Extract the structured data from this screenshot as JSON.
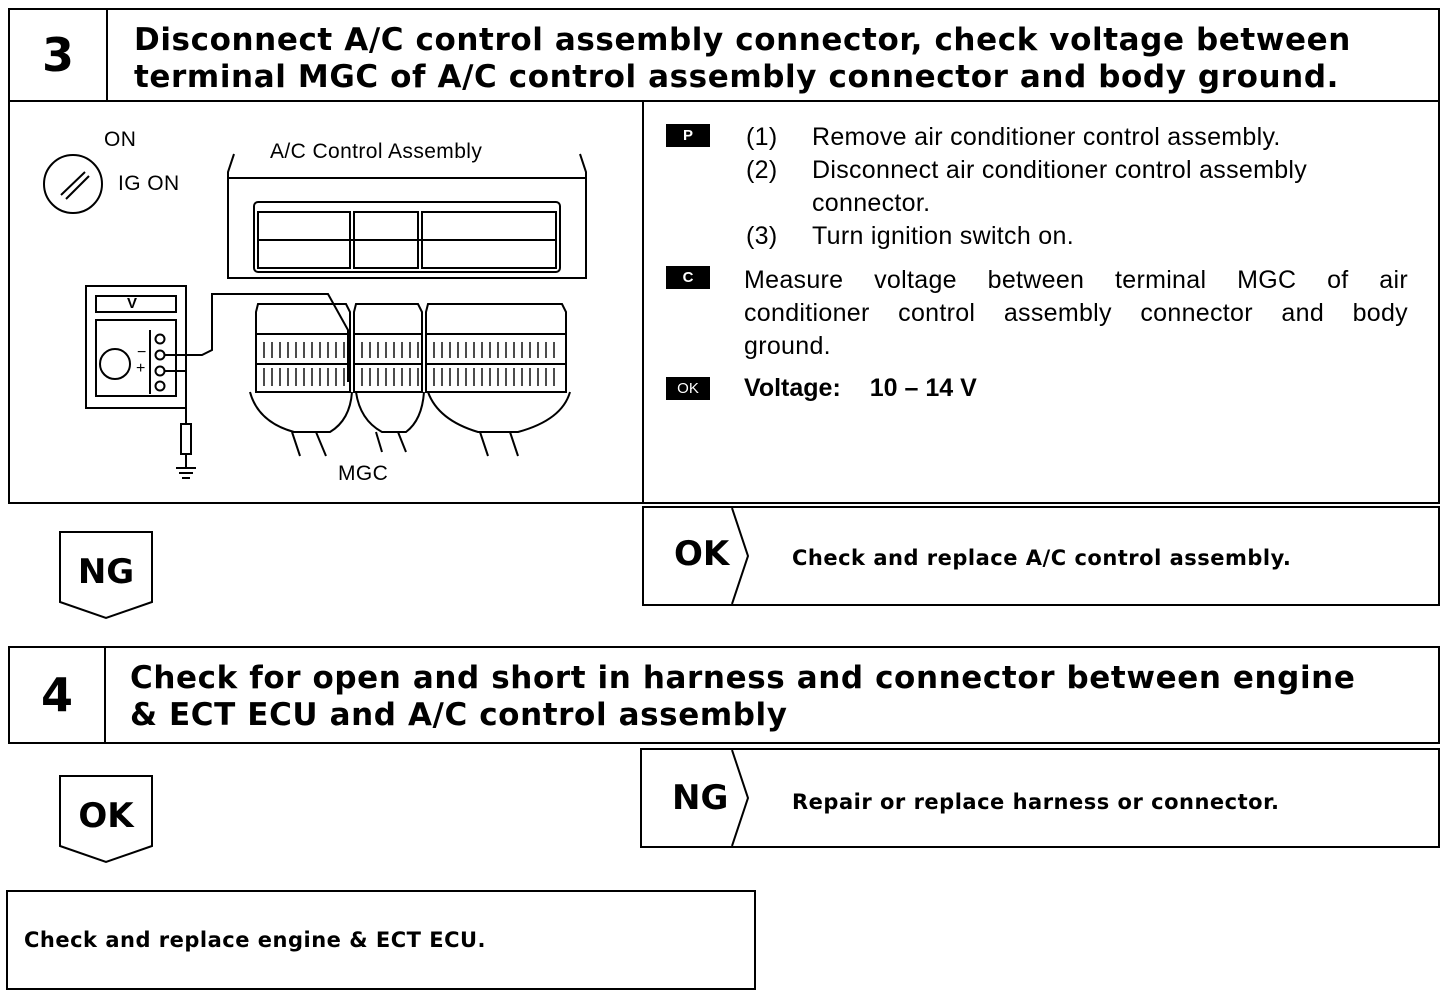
{
  "step3": {
    "number": "3",
    "title_line1": "Disconnect A/C control assembly connector, check voltage between",
    "title_line2": "terminal MGC of A/C control assembly connector and body ground.",
    "diagram": {
      "switch_on": "ON",
      "switch_ig_on": "IG ON",
      "assembly_label": "A/C Control Assembly",
      "meter_unit": "V",
      "minus": "−",
      "plus": "+",
      "terminal_label": "MGC"
    },
    "prep": {
      "tag": "P",
      "items": [
        {
          "num": "(1)",
          "text": "Remove air conditioner control assembly."
        },
        {
          "num": "(2)",
          "text": "Disconnect air conditioner control assembly",
          "cont": "connector."
        },
        {
          "num": "(3)",
          "text": "Turn ignition switch on."
        }
      ]
    },
    "check": {
      "tag": "C",
      "line1": "Measure voltage between terminal MGC of air",
      "line2": "conditioner control assembly connector and body",
      "line3": "ground."
    },
    "ok_spec": {
      "tag": "OK",
      "label": "Voltage:",
      "value": "10 – 14 V"
    },
    "ng_flow": "NG",
    "ok_result": {
      "label": "OK",
      "text": "Check and replace A/C control assembly."
    }
  },
  "step4": {
    "number": "4",
    "title_line1": "Check for open and short in harness and connector between engine",
    "title_line2": "& ECT ECU and A/C control assembly",
    "ok_flow": "OK",
    "ng_result": {
      "label": "NG",
      "text": "Repair or replace harness or connector."
    },
    "final": "Check and replace engine & ECT ECU."
  }
}
